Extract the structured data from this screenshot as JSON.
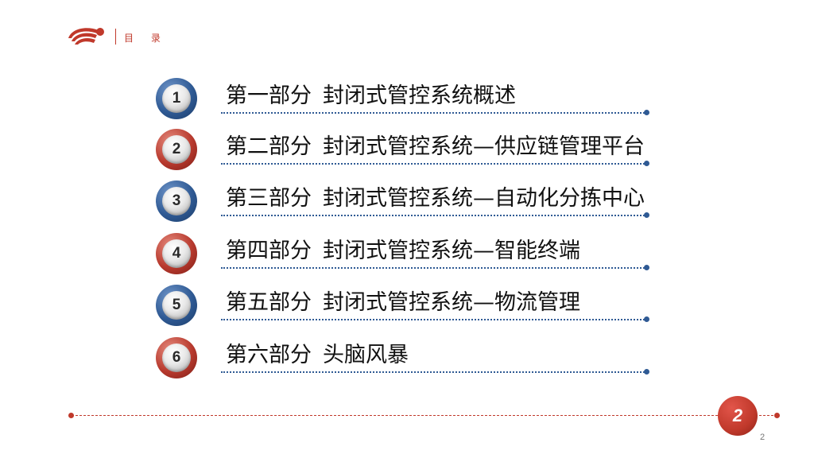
{
  "header": {
    "logo_icon": "swoosh-logo-icon",
    "title": "目 录",
    "accent_color": "#c0392b"
  },
  "toc": {
    "items": [
      {
        "number": "1",
        "part": "第一部分",
        "title": "封闭式管控系统概述",
        "badge_color": "blue"
      },
      {
        "number": "2",
        "part": "第二部分",
        "title": "封闭式管控系统—供应链管理平台",
        "badge_color": "red"
      },
      {
        "number": "3",
        "part": "第三部分",
        "title": "封闭式管控系统—自动化分拣中心",
        "badge_color": "blue"
      },
      {
        "number": "4",
        "part": "第四部分",
        "title": "封闭式管控系统—智能终端",
        "badge_color": "red"
      },
      {
        "number": "5",
        "part": "第五部分",
        "title": "封闭式管控系统—物流管理",
        "badge_color": "blue"
      },
      {
        "number": "6",
        "part": "第六部分",
        "title": "头脑风暴",
        "badge_color": "red"
      }
    ]
  },
  "footer": {
    "page_badge": "2",
    "page_number": "2"
  },
  "colors": {
    "blue": "#2f5a94",
    "red": "#c0392b"
  }
}
